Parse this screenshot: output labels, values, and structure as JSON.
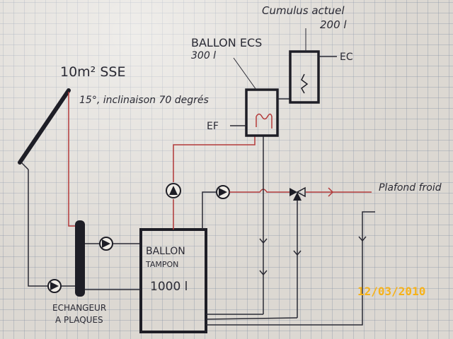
{
  "labels": {
    "cumulus_line1": "Cumulus actuel",
    "cumulus_line2": "200 l",
    "ballon_ecs_line1": "BALLON ECS",
    "ballon_ecs_line2": "300 l",
    "ec": "EC",
    "ef": "EF",
    "panel_line1": "10m² SSE",
    "panel_line2": "15°, inclinaison 70 degrés",
    "plafond": "Plafond froid",
    "tampon_line1": "BALLON",
    "tampon_line2": "TAMPON",
    "tampon_line3": "1000 l",
    "echangeur_line1": "ECHANGEUR",
    "echangeur_line2": "A PLAQUES"
  },
  "date_stamp": "12/03/2010",
  "colors": {
    "ink": "#2a2a34",
    "red_pipe": "#b33a3a",
    "stamp": "#f6b21a"
  }
}
